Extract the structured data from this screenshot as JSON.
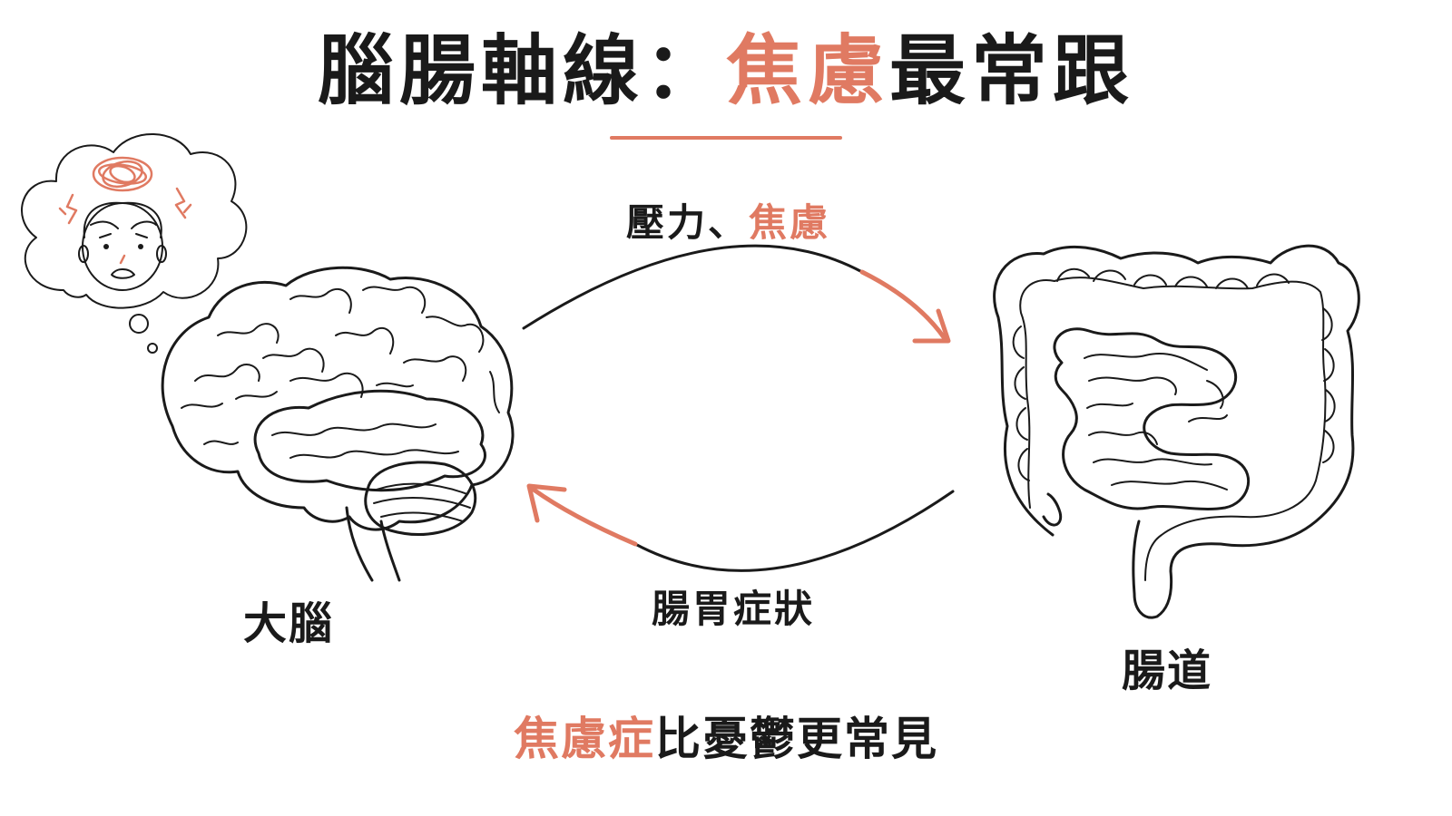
{
  "title": {
    "part1": "腦腸軸線：",
    "accent": "焦慮",
    "part2": "最常跟"
  },
  "arrows": {
    "top_label": {
      "plain": "壓力、",
      "accent": "焦慮"
    },
    "bottom_label": "腸胃症狀"
  },
  "nodes": {
    "brain_label": "大腦",
    "gut_label": "腸道"
  },
  "footer": {
    "accent": "焦慮症",
    "rest": "比憂鬱更常見"
  },
  "colors": {
    "accent": "#e07a62",
    "ink": "#1a1a1a"
  },
  "icons": [
    "anxious-face-thought-bubble-icon",
    "brain-icon",
    "intestines-icon"
  ]
}
